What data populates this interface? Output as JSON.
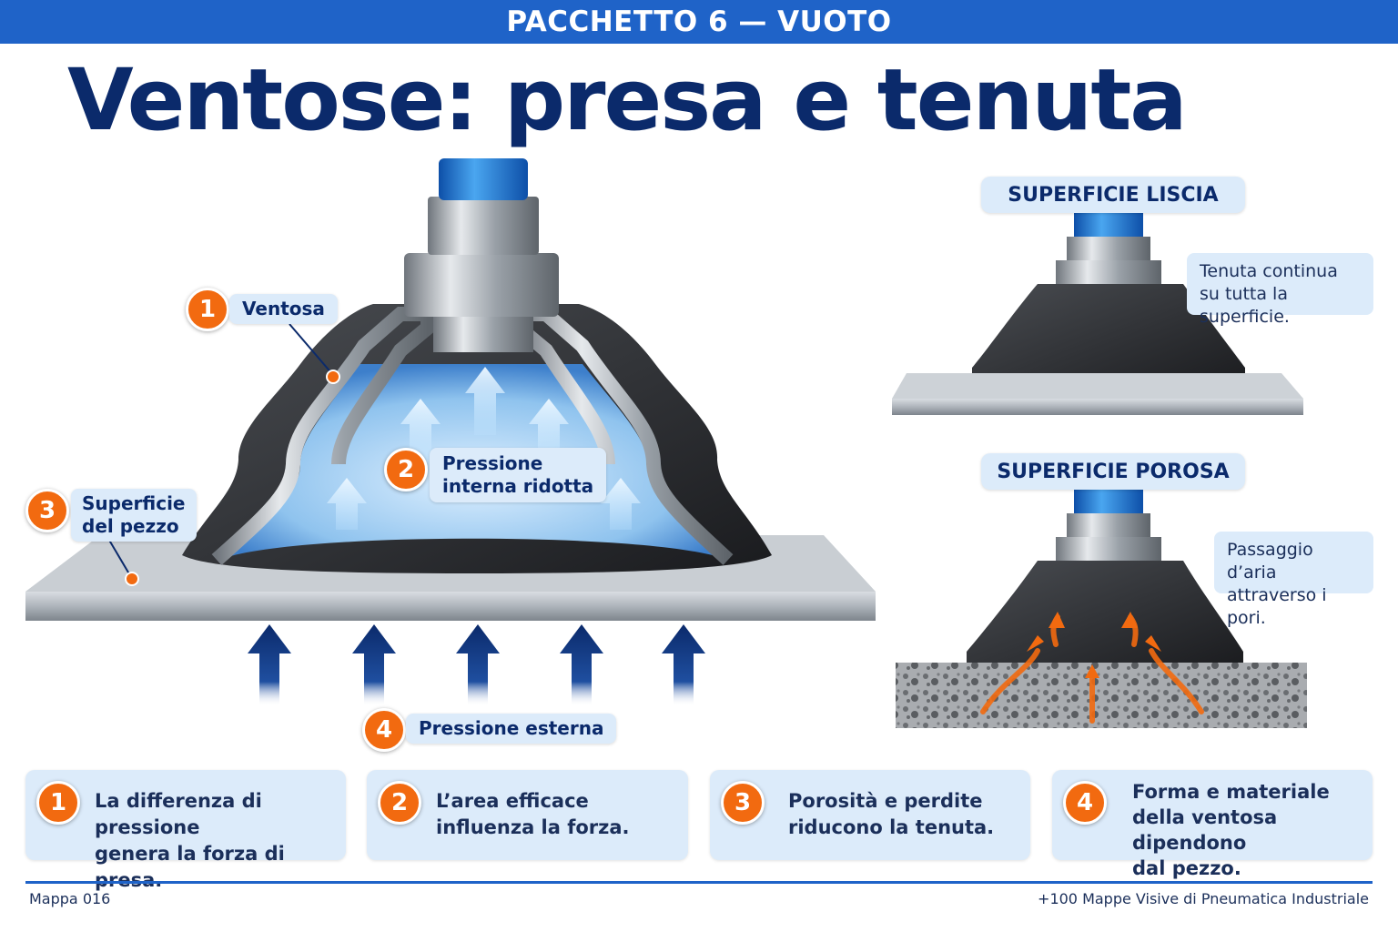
{
  "header": {
    "package_label": "PACCHETTO 6 — VUOTO"
  },
  "title": "Ventose: presa e tenuta",
  "main_diagram": {
    "callouts": [
      {
        "number": "1",
        "text": "Ventosa"
      },
      {
        "number": "2",
        "line1": "Pressione",
        "line2": "interna ridotta"
      },
      {
        "number": "3",
        "line1": "Superficie",
        "line2": "del pezzo"
      },
      {
        "number": "4",
        "text": "Pressione esterna"
      }
    ]
  },
  "smooth_surface": {
    "label": "SUPERFICIE LISCIA",
    "note_line1": "Tenuta continua",
    "note_line2": "su tutta la superficie."
  },
  "porous_surface": {
    "label": "SUPERFICIE POROSA",
    "note_line1": "Passaggio d’aria",
    "note_line2": "attraverso i pori."
  },
  "cards": [
    {
      "number": "1",
      "line1": "La differenza di pressione",
      "line2": "genera la forza di presa."
    },
    {
      "number": "2",
      "line1": "L’area efficace",
      "line2": "influenza la forza."
    },
    {
      "number": "3",
      "line1": "Porosità e perdite",
      "line2": "riducono la tenuta."
    },
    {
      "number": "4",
      "line1": "Forma e materiale",
      "line2": "della ventosa dipendono",
      "line3": "dal pezzo."
    }
  ],
  "footer": {
    "map_number": "Mappa 016",
    "series": "+100 Mappe Visive di Pneumatica Industriale"
  },
  "colors": {
    "brand_blue": "#1f63c8",
    "navy": "#0b2a6b",
    "accent_orange": "#f26a10",
    "label_bg": "#dcebfa"
  }
}
